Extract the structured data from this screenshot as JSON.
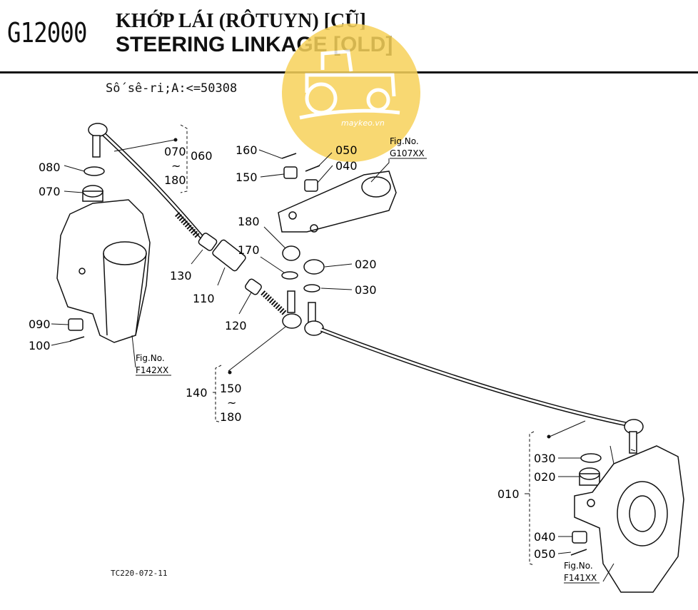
{
  "header": {
    "code": "G12000",
    "title_vi": "KHỚP LÁI (RÔTUYN) [CŨ]",
    "title_en": "STEERING LINKAGE [OLD]",
    "serial": "Số sê-ri;A:<=50308"
  },
  "watermark": {
    "text": "maykeo.vn",
    "color": "#f4c430"
  },
  "drawing_id": "TC220-072-11",
  "fig_refs": [
    {
      "label": "Fig.No.",
      "ref": "G107XX"
    },
    {
      "label": "Fig.No.",
      "ref": "F142XX"
    },
    {
      "label": "Fig.No.",
      "ref": "F141XX"
    }
  ],
  "parts": {
    "p060": "060",
    "p070a": "070",
    "tilde1": "~",
    "p180a": "180",
    "p080": "080",
    "p070b": "070",
    "p160": "160",
    "p050a": "050",
    "p040a": "040",
    "p150a": "150",
    "p180b": "180",
    "p170": "170",
    "p020a": "020",
    "p030a": "030",
    "p130": "130",
    "p110": "110",
    "p120": "120",
    "p090": "090",
    "p100": "100",
    "p140": "140",
    "p150b": "150",
    "tilde2": "~",
    "p180c": "180",
    "p030b": "030",
    "p020b": "020",
    "p010": "010",
    "p040b": "040",
    "p050b": "050"
  }
}
